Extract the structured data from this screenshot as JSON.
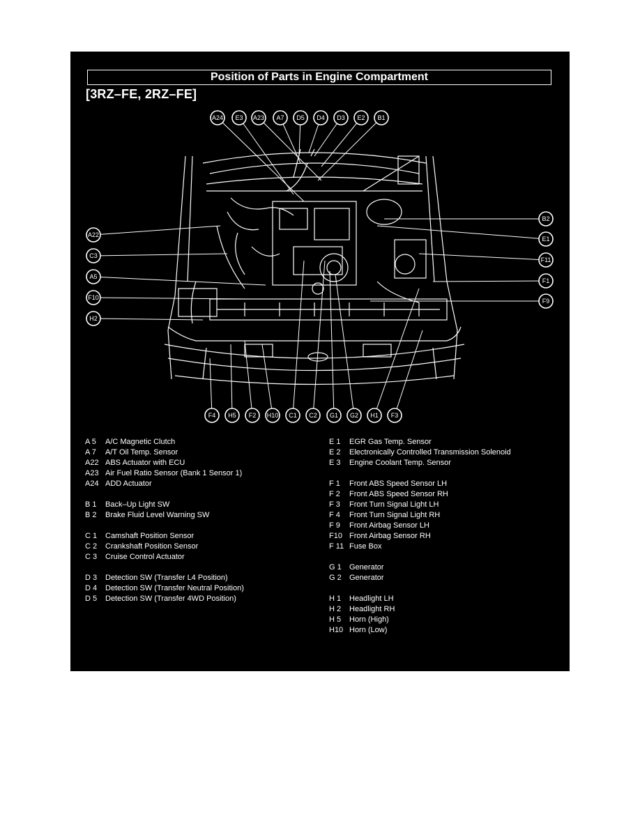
{
  "header": {
    "title": "Position of Parts in Engine Compartment",
    "subtitle": "[3RZ–FE, 2RZ–FE]"
  },
  "callouts": {
    "top": [
      "A24",
      "E3",
      "A23",
      "A7",
      "D5",
      "D4",
      "D3",
      "E2",
      "B1"
    ],
    "left": [
      "A22",
      "C3",
      "A5",
      "F10",
      "H2"
    ],
    "right": [
      "B2",
      "E1",
      "F11",
      "F1",
      "F9"
    ],
    "bottom": [
      "F4",
      "H5",
      "F2",
      "H10",
      "C1",
      "C2",
      "G1",
      "G2",
      "H1",
      "F3"
    ]
  },
  "legend": {
    "left": [
      {
        "code": "A  5",
        "label": "A/C Magnetic Clutch"
      },
      {
        "code": "A  7",
        "label": "A/T Oil Temp. Sensor"
      },
      {
        "code": "A22",
        "label": "ABS Actuator with ECU"
      },
      {
        "code": "A23",
        "label": "Air Fuel Ratio Sensor (Bank 1 Sensor 1)"
      },
      {
        "code": "A24",
        "label": "ADD Actuator"
      },
      {
        "code": "B  1",
        "label": "Back–Up Light SW",
        "gap": true
      },
      {
        "code": "B  2",
        "label": "Brake Fluid Level Warning SW"
      },
      {
        "code": "C  1",
        "label": "Camshaft Position Sensor",
        "gap": true
      },
      {
        "code": "C  2",
        "label": "Crankshaft Position Sensor"
      },
      {
        "code": "C  3",
        "label": "Cruise Control Actuator"
      },
      {
        "code": "D  3",
        "label": "Detection SW (Transfer L4 Position)",
        "gap": true
      },
      {
        "code": "D  4",
        "label": "Detection SW (Transfer Neutral Position)"
      },
      {
        "code": "D  5",
        "label": "Detection SW (Transfer 4WD Position)"
      }
    ],
    "right": [
      {
        "code": "E  1",
        "label": "EGR Gas Temp. Sensor"
      },
      {
        "code": "E  2",
        "label": "Electronically Controlled Transmission Solenoid"
      },
      {
        "code": "E  3",
        "label": "Engine Coolant Temp. Sensor"
      },
      {
        "code": "F  1",
        "label": "Front ABS Speed Sensor LH",
        "gap": true
      },
      {
        "code": "F  2",
        "label": "Front ABS Speed Sensor RH"
      },
      {
        "code": "F  3",
        "label": "Front Turn Signal Light LH"
      },
      {
        "code": "F  4",
        "label": "Front Turn Signal Light RH"
      },
      {
        "code": "F  9",
        "label": "Front Airbag Sensor LH"
      },
      {
        "code": "F10",
        "label": "Front Airbag Sensor RH"
      },
      {
        "code": "F 11",
        "label": "Fuse Box"
      },
      {
        "code": "G  1",
        "label": "Generator",
        "gap": true
      },
      {
        "code": "G  2",
        "label": "Generator"
      },
      {
        "code": "H  1",
        "label": "Headlight LH",
        "gap": true
      },
      {
        "code": "H  2",
        "label": "Headlight RH"
      },
      {
        "code": "H  5",
        "label": "Horn (High)"
      },
      {
        "code": "H10",
        "label": "Horn (Low)"
      }
    ]
  }
}
